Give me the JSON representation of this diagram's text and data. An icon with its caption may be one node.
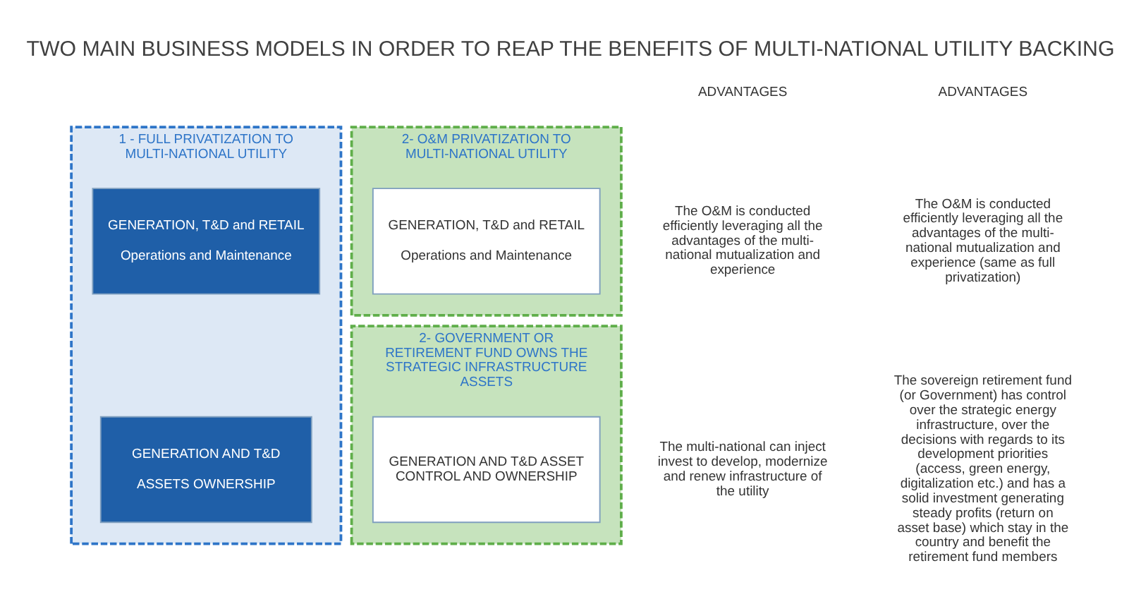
{
  "diagram": {
    "title": "TWO MAIN BUSINESS MODELS IN ORDER TO REAP THE BENEFITS OF MULTI-NATIONAL UTILITY BACKING",
    "nodes": [
      {
        "text": [
          "1 - FULL PRIVATIZATION TO MULTI-NATIONAL UTILITY"
        ]
      },
      {
        "text": [
          "GENERATION, T&D and RETAIL",
          "Operations and Maintenance"
        ],
        "in": 0
      },
      {
        "text": [
          "GENERATION AND T&D",
          "ASSETS OWNERSHIP"
        ],
        "in": 0
      },
      {
        "text": [
          "2- O&M PRIVATIZATION TO MULTI-NATIONAL UTILITY"
        ]
      },
      {
        "text": [
          "GENERATION, T&D and RETAIL",
          "Operations and Maintenance"
        ],
        "in": 3
      },
      {
        "text": [
          "2- GOVERNMENT OR RETIREMENT FUND OWNS THE STRATEGIC INFRASTRUCTURE ASSETS"
        ]
      },
      {
        "text": [
          "GENERATION AND T&D ASSET CONTROL AND OWNERSHIP"
        ],
        "in": 5
      }
    ],
    "edges": [],
    "labels": [
      "ADVANTAGES",
      "The O&M is conducted efficiently leveraging all the advantages of the multi-national mutualization and experience",
      "The multi-national can inject invest to develop, modernize and renew infrastructure of the utility",
      "ADVANTAGES",
      "The O&M is conducted efficiently leveraging all the advantages of the multi-national mutualization and experience (same as full privatization)",
      "The sovereign retirement fund (or Government) has control over the strategic energy infrastructure, over the decisions with regards to its development priorities (access, green energy, digitalization etc.) and has a solid investment generating steady profits (return on asset base) which stay in the country and benefit the retirement fund members"
    ]
  }
}
